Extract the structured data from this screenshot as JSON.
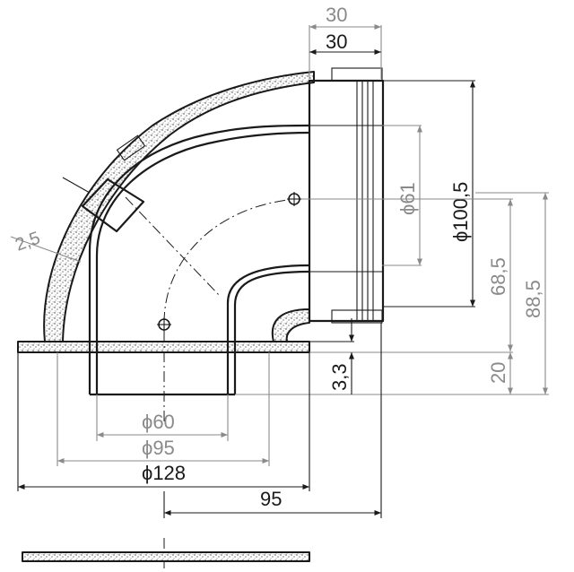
{
  "drawing": {
    "top_dimension_outer": "30",
    "top_dimension_inner": "30",
    "wall_thickness": "2,5",
    "inner_diameter_socket": "ϕ61",
    "outer_diameter_socket": "ϕ100,5",
    "socket_center_height": "68,5",
    "socket_top_height": "88,5",
    "base_height": "20",
    "base_plate_thickness": "3,3",
    "bottom_inner_diameter": "ϕ60",
    "bottom_outer_diameter": "ϕ95",
    "flange_diameter": "ϕ128",
    "offset_horizontal": "95"
  }
}
